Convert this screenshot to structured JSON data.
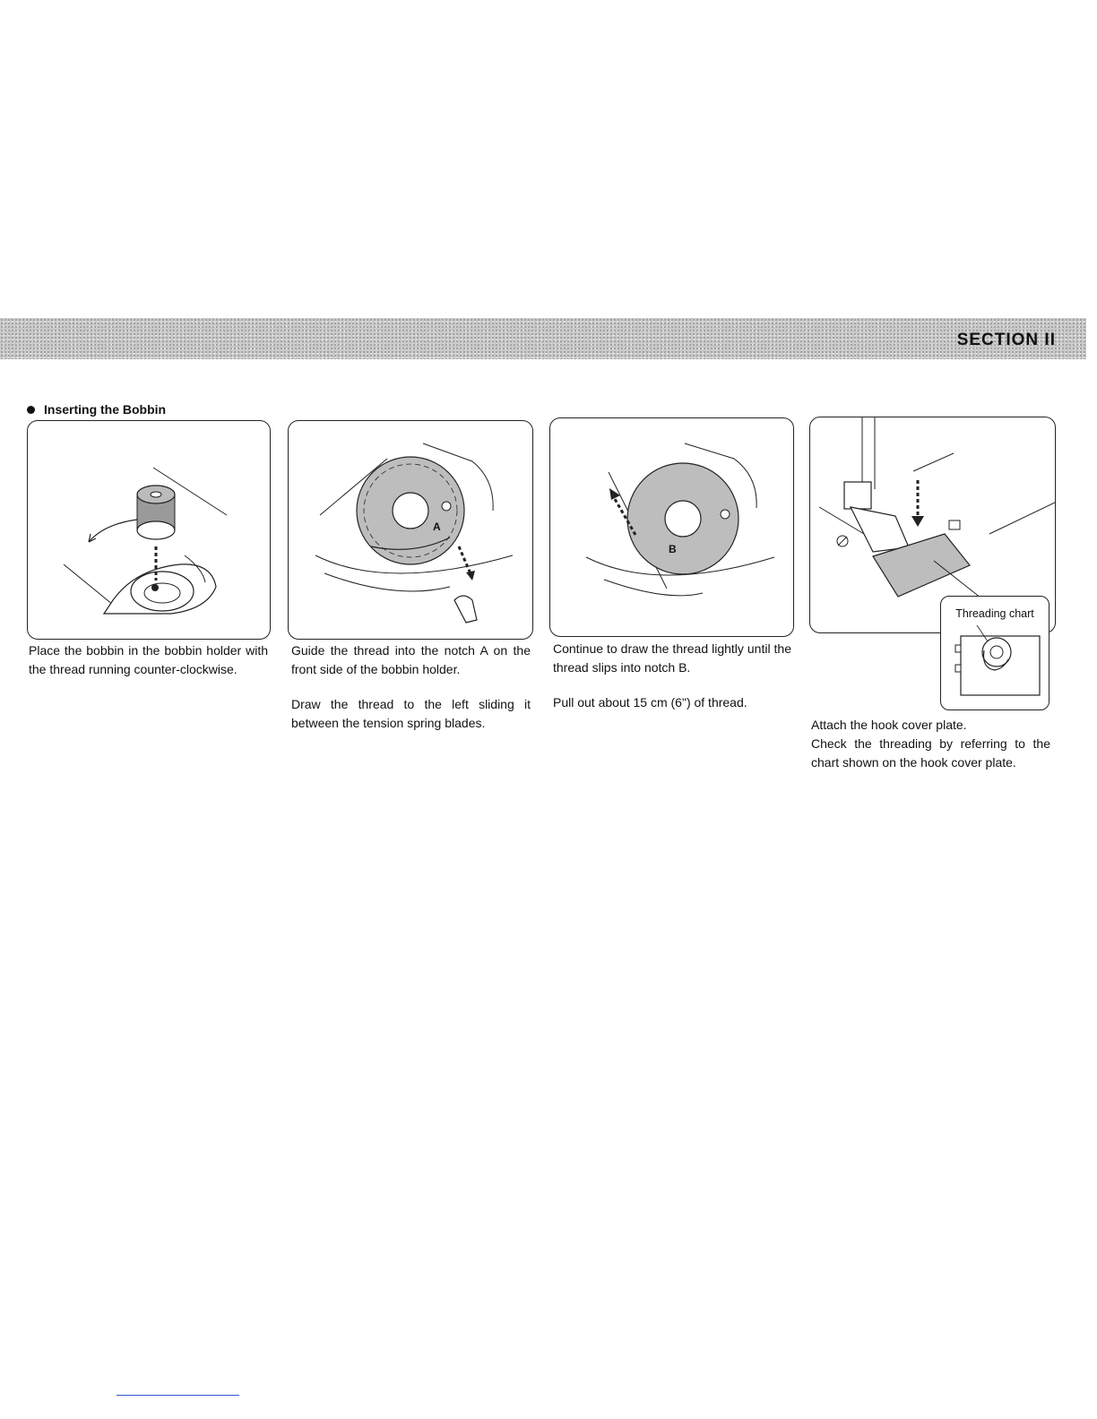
{
  "header": {
    "section_label": "SECTION II"
  },
  "heading": {
    "title": "Inserting the Bobbin"
  },
  "steps": [
    {
      "caption": [
        "Place the bobbin in the bobbin holder with the thread running counter-clockwise."
      ]
    },
    {
      "caption": [
        "Guide the thread into the notch A on the front side of the bobbin holder.",
        "Draw the thread to the left sliding it between the tension spring blades."
      ],
      "notch_label": "A"
    },
    {
      "caption": [
        "Continue to draw the thread lightly until the thread slips into notch B.",
        "Pull out about 15 cm (6\") of thread."
      ],
      "notch_label": "B"
    },
    {
      "caption": [
        "Attach the hook cover plate.",
        "Check the threading by referring to the chart shown on the hook cover plate."
      ],
      "inset_label": "Threading chart"
    }
  ]
}
